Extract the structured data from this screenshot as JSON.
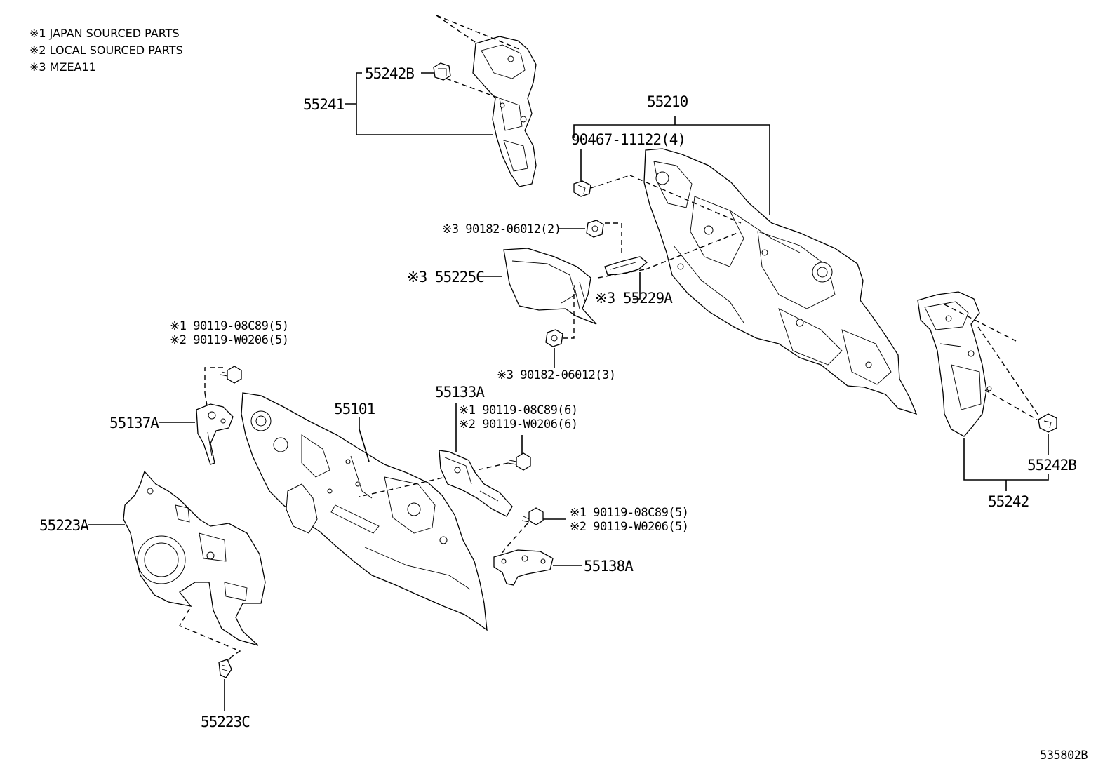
{
  "legend": [
    "※1 JAPAN SOURCED PARTS",
    "※2 LOCAL SOURCED PARTS",
    "※3 MZEA11"
  ],
  "labels": {
    "p55242B_top": "55242B",
    "p55241": "55241",
    "p55210": "55210",
    "p90467": "90467-11122(4)",
    "p90182_2": "※3 90182-06012(2)",
    "p55225C": "※3 55225C",
    "p55229A": "※3 55229A",
    "p90182_3": "※3 90182-06012(3)",
    "p90119_08C89_5_a": "※1 90119-08C89(5)",
    "p90119_W0206_5_a": "※2 90119-W0206(5)",
    "p55137A": "55137A",
    "p55101": "55101",
    "p55133A": "55133A",
    "p90119_08C89_6": "※1 90119-08C89(6)",
    "p90119_W0206_6": "※2 90119-W0206(6)",
    "p55223A": "55223A",
    "p90119_08C89_5_b": "※1 90119-08C89(5)",
    "p90119_W0206_5_b": "※2 90119-W0206(5)",
    "p55138A": "55138A",
    "p55242B_right": "55242B",
    "p55242": "55242",
    "p55223C": "55223C",
    "diagram_id": "535802B"
  }
}
